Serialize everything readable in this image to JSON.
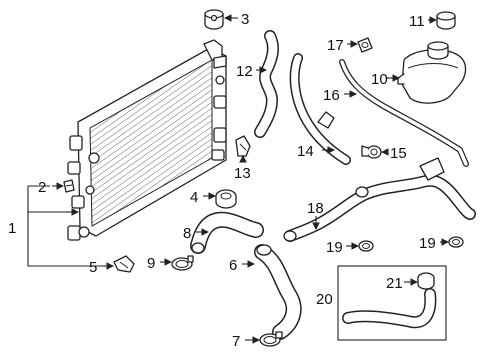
{
  "callouts": {
    "c1": "1",
    "c2": "2",
    "c3": "3",
    "c4": "4",
    "c5": "5",
    "c6": "6",
    "c7": "7",
    "c8": "8",
    "c9": "9",
    "c10": "10",
    "c11": "11",
    "c12": "12",
    "c13": "13",
    "c14": "14",
    "c15": "15",
    "c16": "16",
    "c17": "17",
    "c18": "18",
    "c19a": "19",
    "c19b": "19",
    "c20": "20",
    "c21": "21"
  },
  "colors": {
    "ink": "#222222",
    "background": "#ffffff"
  }
}
